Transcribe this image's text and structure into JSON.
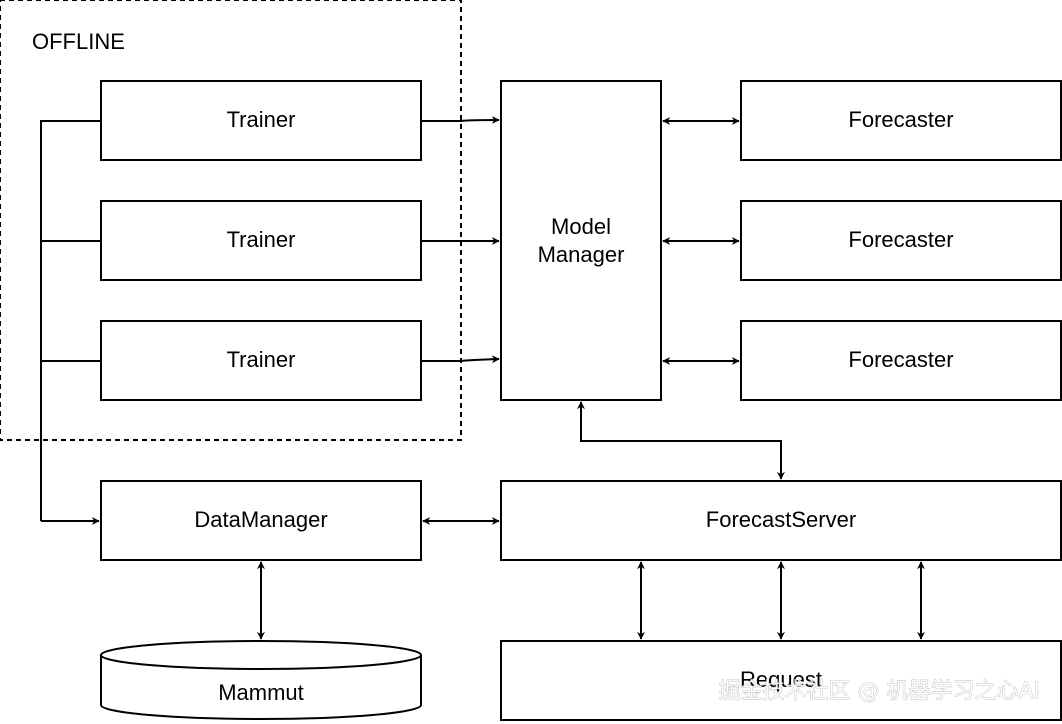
{
  "offline_group": {
    "label": "OFFLINE"
  },
  "trainers": [
    "Trainer",
    "Trainer",
    "Trainer"
  ],
  "model_manager": {
    "line1": "Model",
    "line2": "Manager"
  },
  "forecasters": [
    "Forecaster",
    "Forecaster",
    "Forecaster"
  ],
  "data_manager": {
    "label": "DataManager"
  },
  "forecast_server": {
    "label": "ForecastServer"
  },
  "mammut": {
    "label": "Mammut"
  },
  "request": {
    "label": "Request"
  },
  "watermark": "掘金技术社区 @ 机器学习之心AI"
}
